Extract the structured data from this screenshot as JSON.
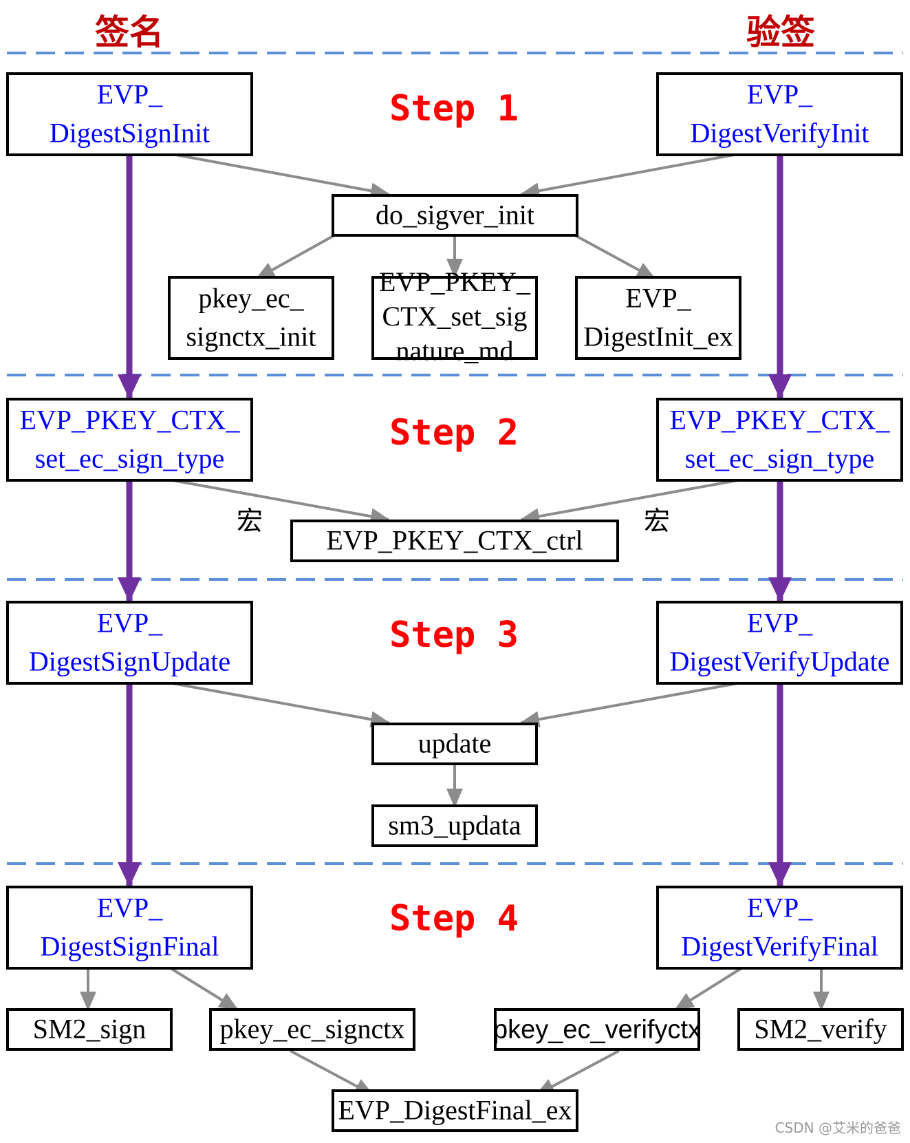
{
  "headers": {
    "sign": "签名",
    "verify": "验签"
  },
  "steps": {
    "s1": "Step 1",
    "s2": "Step 2",
    "s3": "Step 3",
    "s4": "Step 4"
  },
  "nodes": {
    "sign_init": [
      "EVP_",
      "DigestSignInit"
    ],
    "verify_init": [
      "EVP_",
      "DigestVerifyInit"
    ],
    "do_sigver_init": [
      "do_sigver_init"
    ],
    "pkey_ec_signctx_init": [
      "pkey_ec_",
      "signctx_init"
    ],
    "set_signature_md": [
      "EVP_PKEY_",
      "CTX_set_sig",
      "nature_md"
    ],
    "digest_init_ex": [
      "EVP_",
      "DigestInit_ex"
    ],
    "sign_set_type": [
      "EVP_PKEY_CTX_",
      "set_ec_sign_type"
    ],
    "verify_set_type": [
      "EVP_PKEY_CTX_",
      "set_ec_sign_type"
    ],
    "ctx_ctrl": [
      "EVP_PKEY_CTX_ctrl"
    ],
    "sign_update": [
      "EVP_",
      "DigestSignUpdate"
    ],
    "verify_update": [
      "EVP_",
      "DigestVerifyUpdate"
    ],
    "update": [
      "update"
    ],
    "sm3_updata": [
      "sm3_updata"
    ],
    "sign_final": [
      "EVP_",
      "DigestSignFinal"
    ],
    "verify_final": [
      "EVP_",
      "DigestVerifyFinal"
    ],
    "sm2_sign": [
      "SM2_sign"
    ],
    "pkey_ec_signctx": [
      "pkey_ec_signctx"
    ],
    "pkey_ec_verifyctx": [
      "pkey_ec_verifyctx"
    ],
    "sm2_verify": [
      "SM2_verify"
    ],
    "digest_final_ex": [
      "EVP_DigestFinal_ex"
    ]
  },
  "macro_label": "宏",
  "watermark": "CSDN @艾米的爸爸",
  "colors": {
    "header_red": "#c00000",
    "step_red": "#ff0000",
    "api_blue": "#0000ff",
    "purple_arrow": "#7030a0",
    "gray_arrow": "#8c8c8c",
    "dash_blue": "#5b8fd6"
  }
}
